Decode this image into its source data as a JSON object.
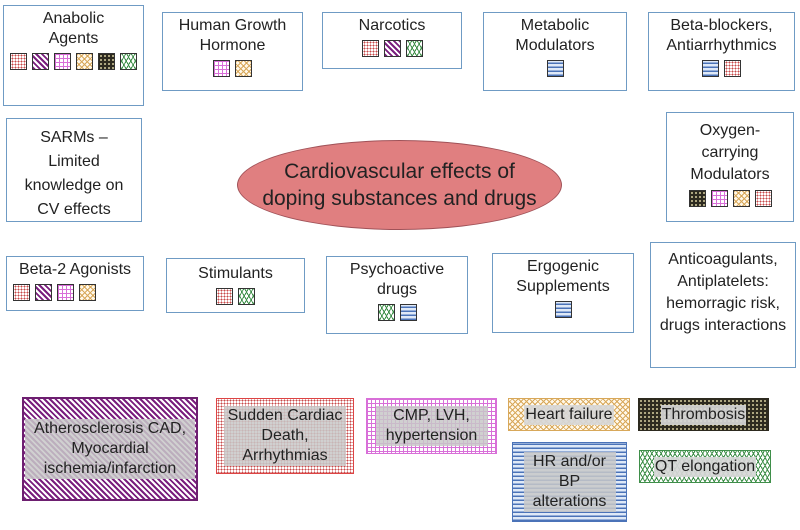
{
  "center": {
    "title": "Cardiovascular effects of doping substances and drugs"
  },
  "substances": {
    "anabolic": {
      "label": "Anabolic Agents",
      "icons": [
        "dots-red-icon",
        "diagonal-purple-icon",
        "grid-pink-icon",
        "crosshatch-orange-icon",
        "dots-dark-icon",
        "zigzag-green-icon"
      ]
    },
    "hgh": {
      "label": "Human Growth Hormone",
      "icons": [
        "grid-pink-icon",
        "crosshatch-orange-icon"
      ]
    },
    "narcotics": {
      "label": "Narcotics",
      "icons": [
        "dots-red-icon",
        "diagonal-purple-icon",
        "zigzag-green-icon"
      ]
    },
    "metabolic": {
      "label": "Metabolic Modulators",
      "icons": [
        "hlines-blue-icon"
      ]
    },
    "betablockers": {
      "label": "Beta-blockers, Antiarrhythmics",
      "icons": [
        "hlines-blue-icon",
        "dots-red-icon"
      ]
    },
    "sarms": {
      "label": "SARMs – Limited knowledge on CV effects"
    },
    "oxygen": {
      "label": "Oxygen-carrying Modulators",
      "icons": [
        "dots-dark-icon",
        "grid-pink-icon",
        "crosshatch-orange-icon",
        "dots-red-icon"
      ]
    },
    "beta2": {
      "label": "Beta-2 Agonists",
      "icons": [
        "dots-red-icon",
        "diagonal-purple-icon",
        "grid-pink-icon",
        "crosshatch-orange-icon"
      ]
    },
    "stimulants": {
      "label": "Stimulants",
      "icons": [
        "dots-red-icon",
        "zigzag-green-icon"
      ]
    },
    "psychoactive": {
      "label": "Psychoactive drugs",
      "icons": [
        "zigzag-green-icon",
        "hlines-blue-icon"
      ]
    },
    "ergogenic": {
      "label": "Ergogenic Supplements",
      "icons": [
        "hlines-blue-icon"
      ]
    },
    "anticoag": {
      "label": "Anticoagulants, Antiplatelets: hemorragic risk, drugs interactions"
    }
  },
  "legend": {
    "athero": "Atherosclerosis CAD, Myocardial ischemia/infarction",
    "sudden": "Sudden Cardiac Death, Arrhythmias",
    "cmp": "CMP, LVH, hypertension",
    "hf": "Heart failure",
    "thrombosis": "Thrombosis",
    "hr": "HR and/or BP alterations",
    "qt": "QT elongation"
  }
}
